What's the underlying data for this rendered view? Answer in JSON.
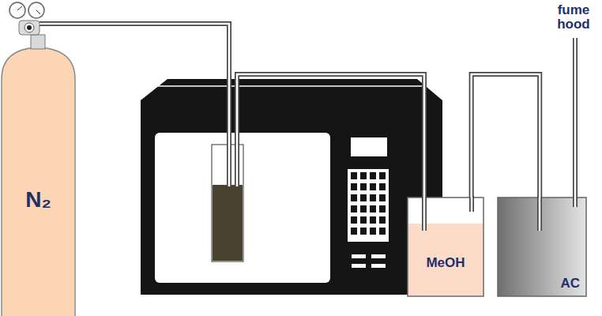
{
  "diagram": {
    "nodes": [
      {
        "text": [
          "N₂"
        ]
      },
      {
        "text": [
          "MeOH"
        ]
      },
      {
        "text": [
          "AC"
        ]
      }
    ],
    "edges": [
      {
        "from": 1,
        "to": 2,
        "arrow": "none"
      }
    ],
    "labels": [
      "fume hood"
    ]
  }
}
